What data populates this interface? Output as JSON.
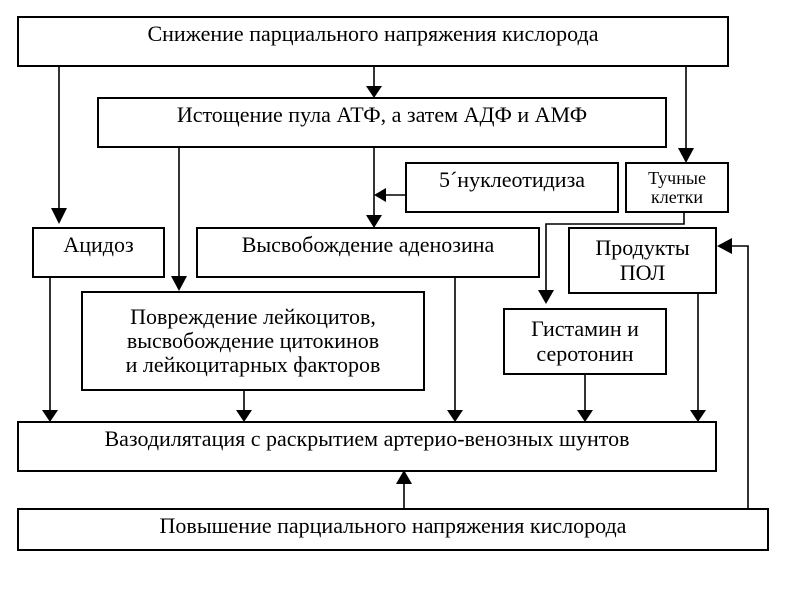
{
  "nodes": {
    "o2_decrease": "Снижение парциального напряжения кислорода",
    "atp_depletion": "Истощение пула АТФ, а затем АДФ и АМФ",
    "nucleotidase": "5´нуклеотидиза",
    "mast_cells": "Тучные\nклетки",
    "acidosis": "Ацидоз",
    "adenosine_release": "Высвобождение аденозина",
    "pol_products": "Продукты\nПОЛ",
    "leukocyte_damage": "Повреждение лейкоцитов,\nвысвобождение цитокинов\nи лейкоцитарных факторов",
    "histamine": "Гистамин и\nсеротонин",
    "vasodilation": "Вазодилятация с раскрытием артерио-венозных шунтов",
    "o2_increase": "Повышение парциального напряжения кислорода"
  },
  "edges": [
    {
      "from": "o2_decrease",
      "to": "atp_depletion"
    },
    {
      "from": "o2_decrease",
      "to": "acidosis"
    },
    {
      "from": "o2_decrease",
      "to": "mast_cells"
    },
    {
      "from": "atp_depletion",
      "to": "leukocyte_damage"
    },
    {
      "from": "atp_depletion",
      "to": "adenosine_release"
    },
    {
      "from": "nucleotidase",
      "to": "atp_depletion-adenosine_release link"
    },
    {
      "from": "mast_cells",
      "to": "histamine"
    },
    {
      "from": "acidosis",
      "to": "vasodilation"
    },
    {
      "from": "leukocyte_damage",
      "to": "vasodilation"
    },
    {
      "from": "adenosine_release",
      "to": "vasodilation"
    },
    {
      "from": "histamine",
      "to": "vasodilation"
    },
    {
      "from": "pol_products",
      "to": "vasodilation"
    },
    {
      "from": "o2_increase",
      "to": "vasodilation"
    },
    {
      "from": "o2_increase",
      "to": "pol_products"
    }
  ]
}
